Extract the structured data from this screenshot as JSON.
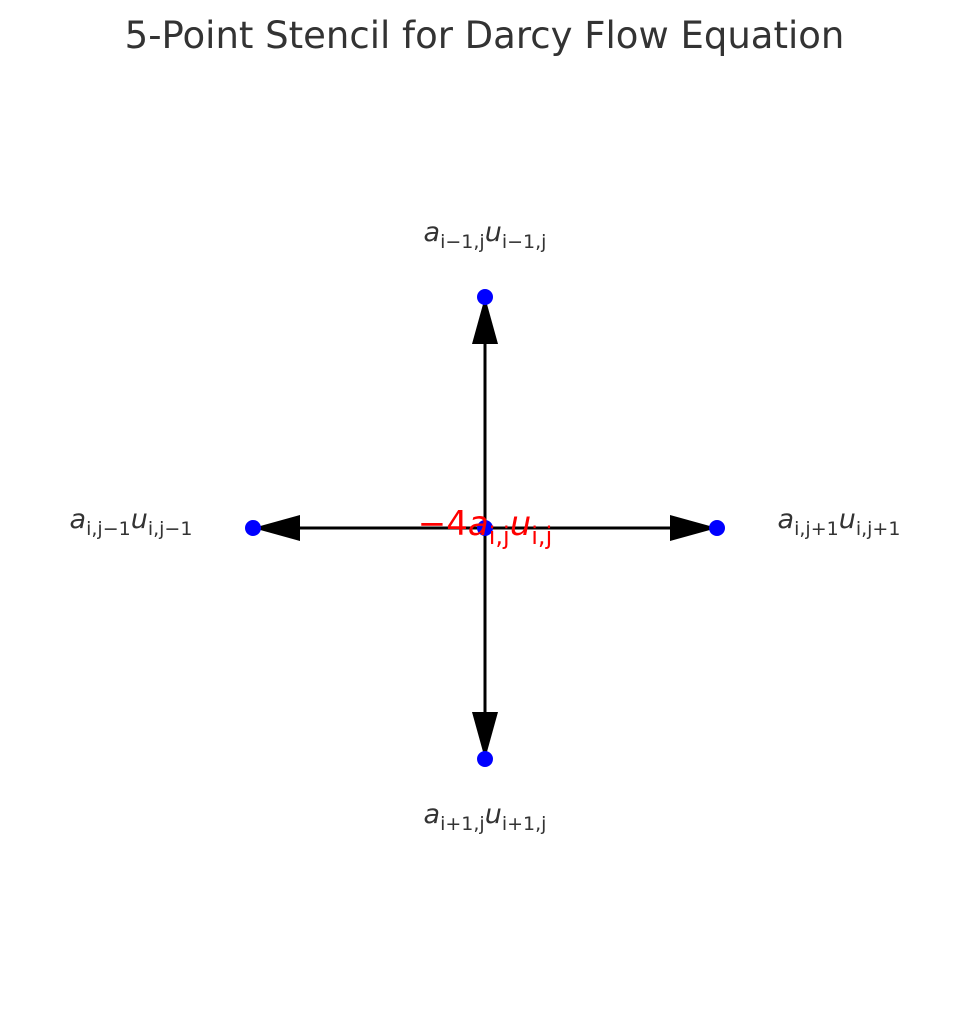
{
  "diagram": {
    "title": "5-Point Stencil for Darcy Flow Equation",
    "colors": {
      "node": "#0000ff",
      "arrow": "#000000",
      "center_label": "#ff0000",
      "label": "#333333",
      "title": "#333333"
    },
    "nodes": [
      {
        "id": "center",
        "sym_a": "a",
        "sym_u": "u",
        "sub_a": "i,j",
        "sub_u": "i,j",
        "coef": "−4"
      },
      {
        "id": "north",
        "sym_a": "a",
        "sym_u": "u",
        "sub_a": "i−1,j",
        "sub_u": "i−1,j"
      },
      {
        "id": "south",
        "sym_a": "a",
        "sym_u": "u",
        "sub_a": "i+1,j",
        "sub_u": "i+1,j"
      },
      {
        "id": "west",
        "sym_a": "a",
        "sym_u": "u",
        "sub_a": "i,j−1",
        "sub_u": "i,j−1"
      },
      {
        "id": "east",
        "sym_a": "a",
        "sym_u": "u",
        "sub_a": "i,j+1",
        "sub_u": "i,j+1"
      }
    ]
  }
}
